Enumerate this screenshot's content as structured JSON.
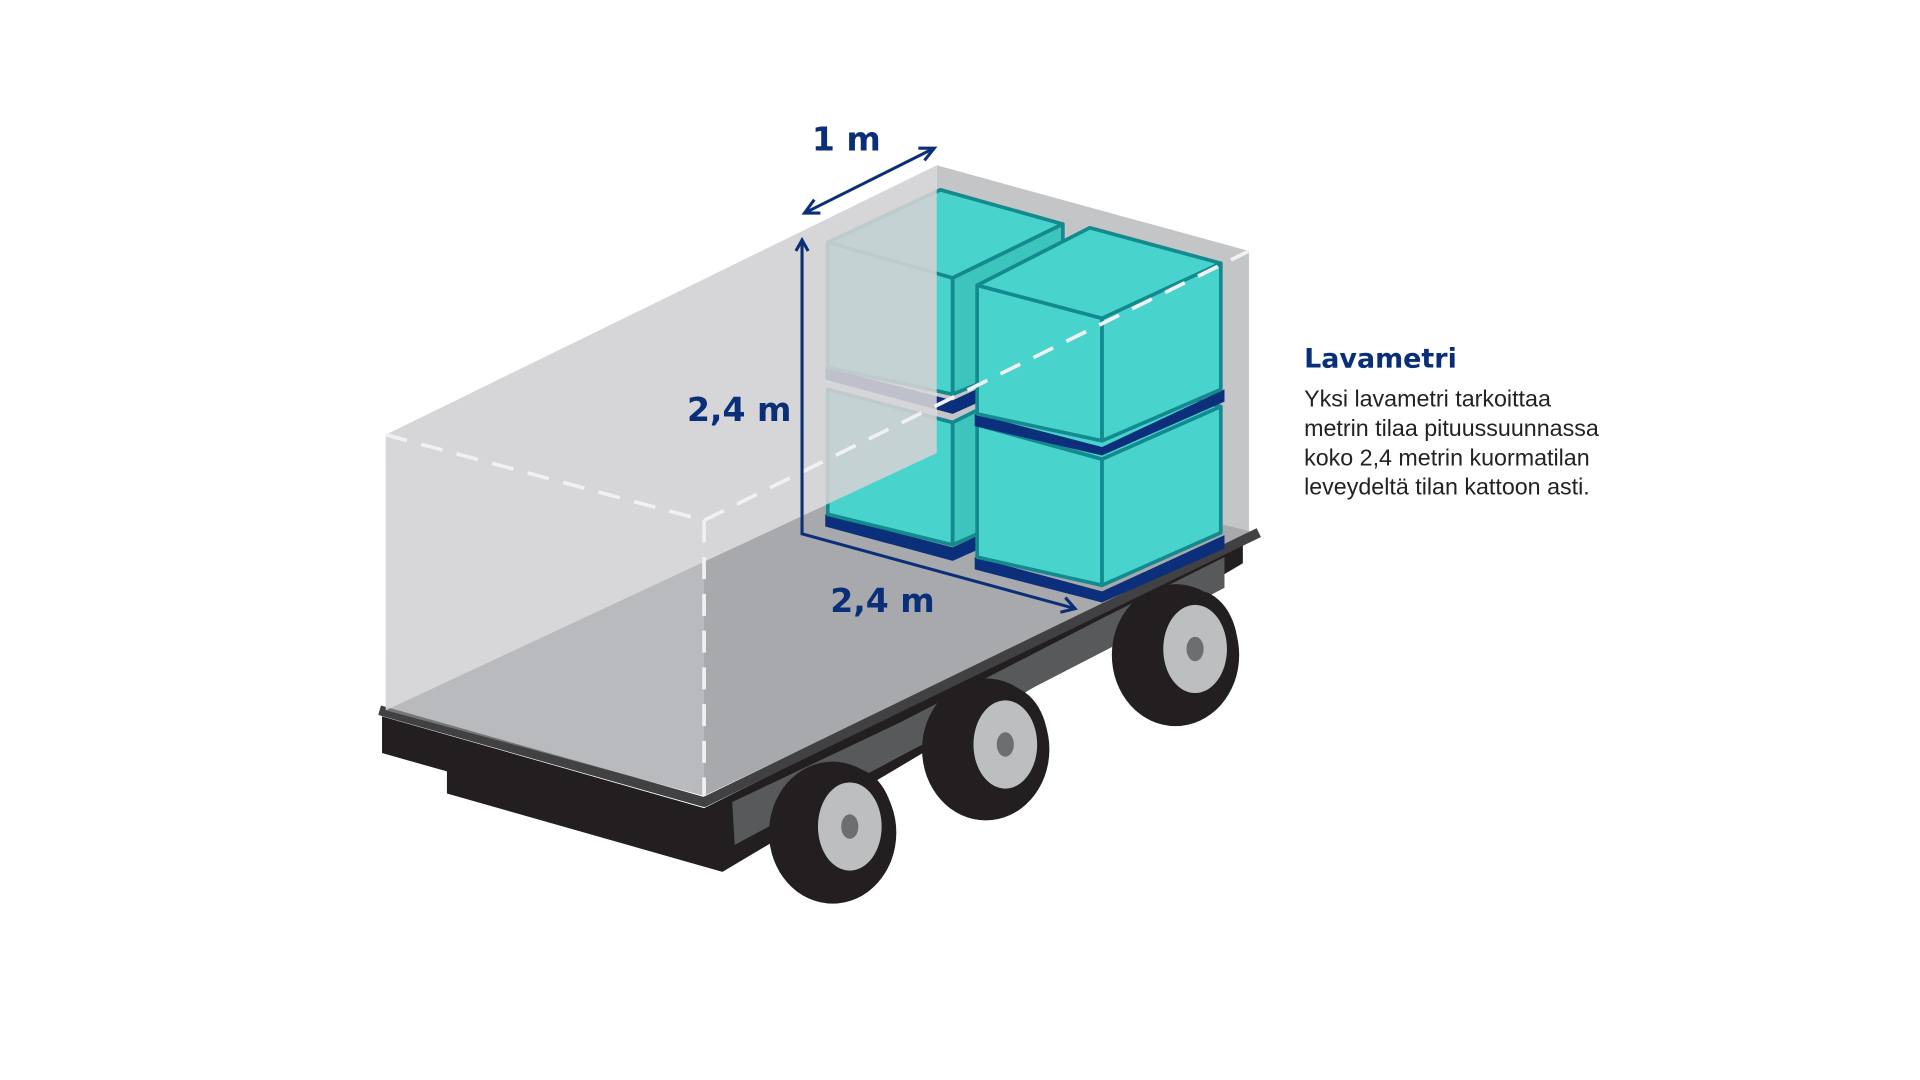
{
  "dimensions": {
    "depth": "1 m",
    "height": "2,4 m",
    "width": "2,4 m"
  },
  "info": {
    "title": "Lavametri",
    "lines": [
      "Yksi lavametri tarkoittaa",
      "metrin tilaa pituussuunnassa",
      "koko 2,4 metrin kuormatilan",
      "leveydeltä tilan kattoon asti."
    ]
  },
  "colors": {
    "navy": "#0a2f78",
    "teal": "#48d4cc",
    "teal_stroke": "#138a8f"
  }
}
